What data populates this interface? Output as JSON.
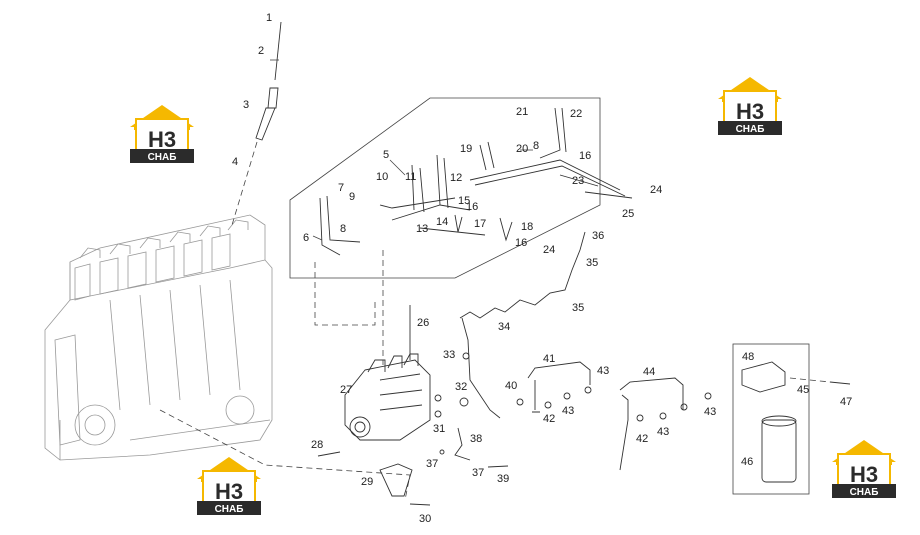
{
  "diagram": {
    "callouts": [
      "1",
      "2",
      "3",
      "4",
      "5",
      "6",
      "7",
      "8",
      "9",
      "10",
      "11",
      "12",
      "13",
      "14",
      "15",
      "16",
      "16",
      "16",
      "17",
      "18",
      "19",
      "20",
      "21",
      "22",
      "23",
      "24",
      "24",
      "25",
      "26",
      "27",
      "28",
      "29",
      "30",
      "31",
      "32",
      "33",
      "34",
      "35",
      "35",
      "36",
      "37",
      "37",
      "38",
      "39",
      "40",
      "41",
      "42",
      "42",
      "43",
      "43",
      "43",
      "43",
      "44",
      "45",
      "46",
      "47",
      "48",
      "8"
    ]
  },
  "watermark": {
    "letters": "H3",
    "subtitle": "СНАБ",
    "accent_color": "#F5B800",
    "dark_color": "#2B2B2B"
  }
}
